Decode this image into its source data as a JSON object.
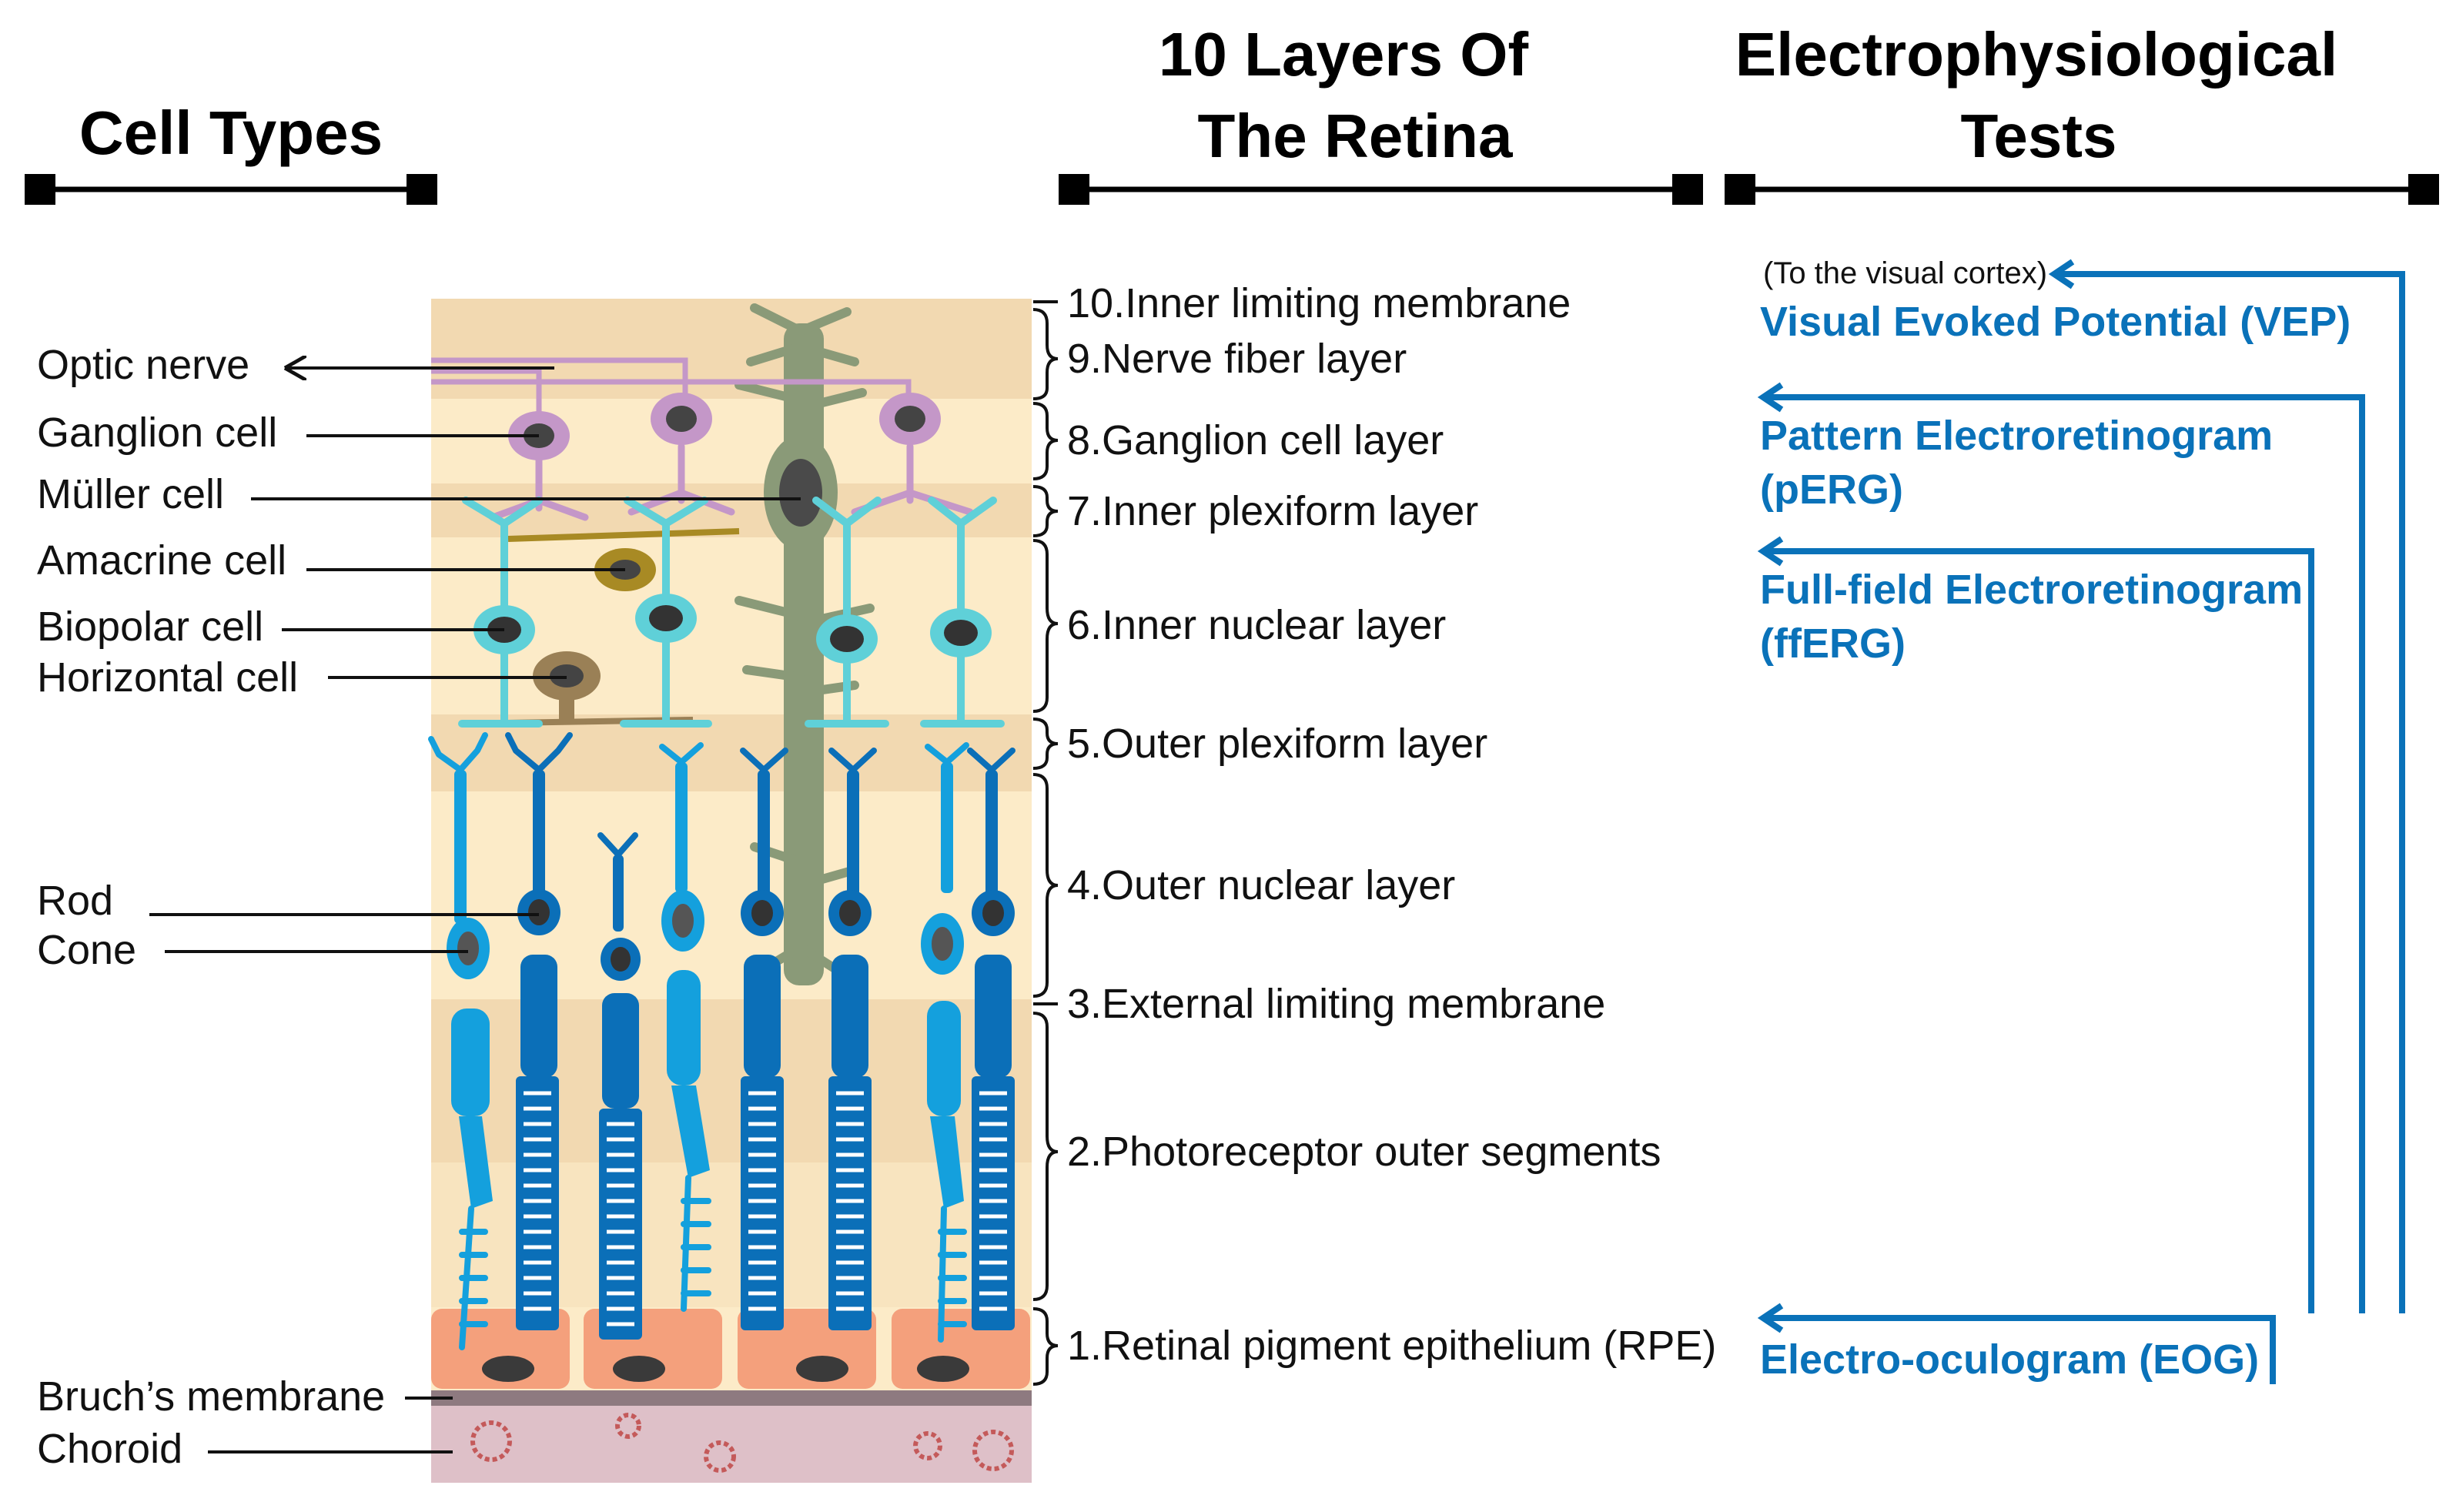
{
  "colors": {
    "accent_blue": "#0a72b9",
    "rod_blue": "#0b6fb8",
    "cone_blue": "#14a0dd",
    "bipolar_cyan": "#5fd0d8",
    "ganglion_purple": "#c497c8",
    "muller_green": "#8a9a78",
    "amacrine_gold": "#a88a24",
    "horizontal_brown": "#9a8056",
    "rpe_salmon": "#f4a07c",
    "choroid_pink": "#dec0c8",
    "bruch_gray": "#8e7a80",
    "layer_light": "#fcebc8",
    "layer_dark": "#f2d9b1"
  },
  "headers": {
    "cell_types": "Cell Types",
    "layers_line1": "10 Layers Of",
    "layers_line2": "The Retina",
    "tests_line1": "Electrophysiological",
    "tests_line2": "Tests"
  },
  "cell_labels": {
    "optic_nerve": "Optic nerve",
    "ganglion": "Ganglion cell",
    "muller": "Müller cell",
    "amacrine": "Amacrine cell",
    "bipolar": "Biopolar cell",
    "horizontal": "Horizontal cell",
    "rod": "Rod",
    "cone": "Cone",
    "bruch": "Bruch’s membrane",
    "choroid": "Choroid"
  },
  "layers": {
    "l10": "10.Inner limiting membrane",
    "l9": "9.Nerve fiber layer",
    "l8": "8.Ganglion cell layer",
    "l7": "7.Inner plexiform layer",
    "l6": "6.Inner nuclear layer",
    "l5": "5.Outer plexiform layer",
    "l4": "4.Outer nuclear layer",
    "l3": "3.External limiting membrane",
    "l2": "2.Photoreceptor outer segments",
    "l1": "1.Retinal pigment epithelium (RPE)"
  },
  "tests": {
    "vep_note": "(To the visual cortex)",
    "vep": "Visual Evoked Potential (VEP)",
    "perg_line1": "Pattern Electroretinogram",
    "perg_line2": "(pERG)",
    "fferg_line1": "Full-field Electroretinogram",
    "fferg_line2": "(ffERG)",
    "eog": "Electro-oculogram (EOG)"
  }
}
